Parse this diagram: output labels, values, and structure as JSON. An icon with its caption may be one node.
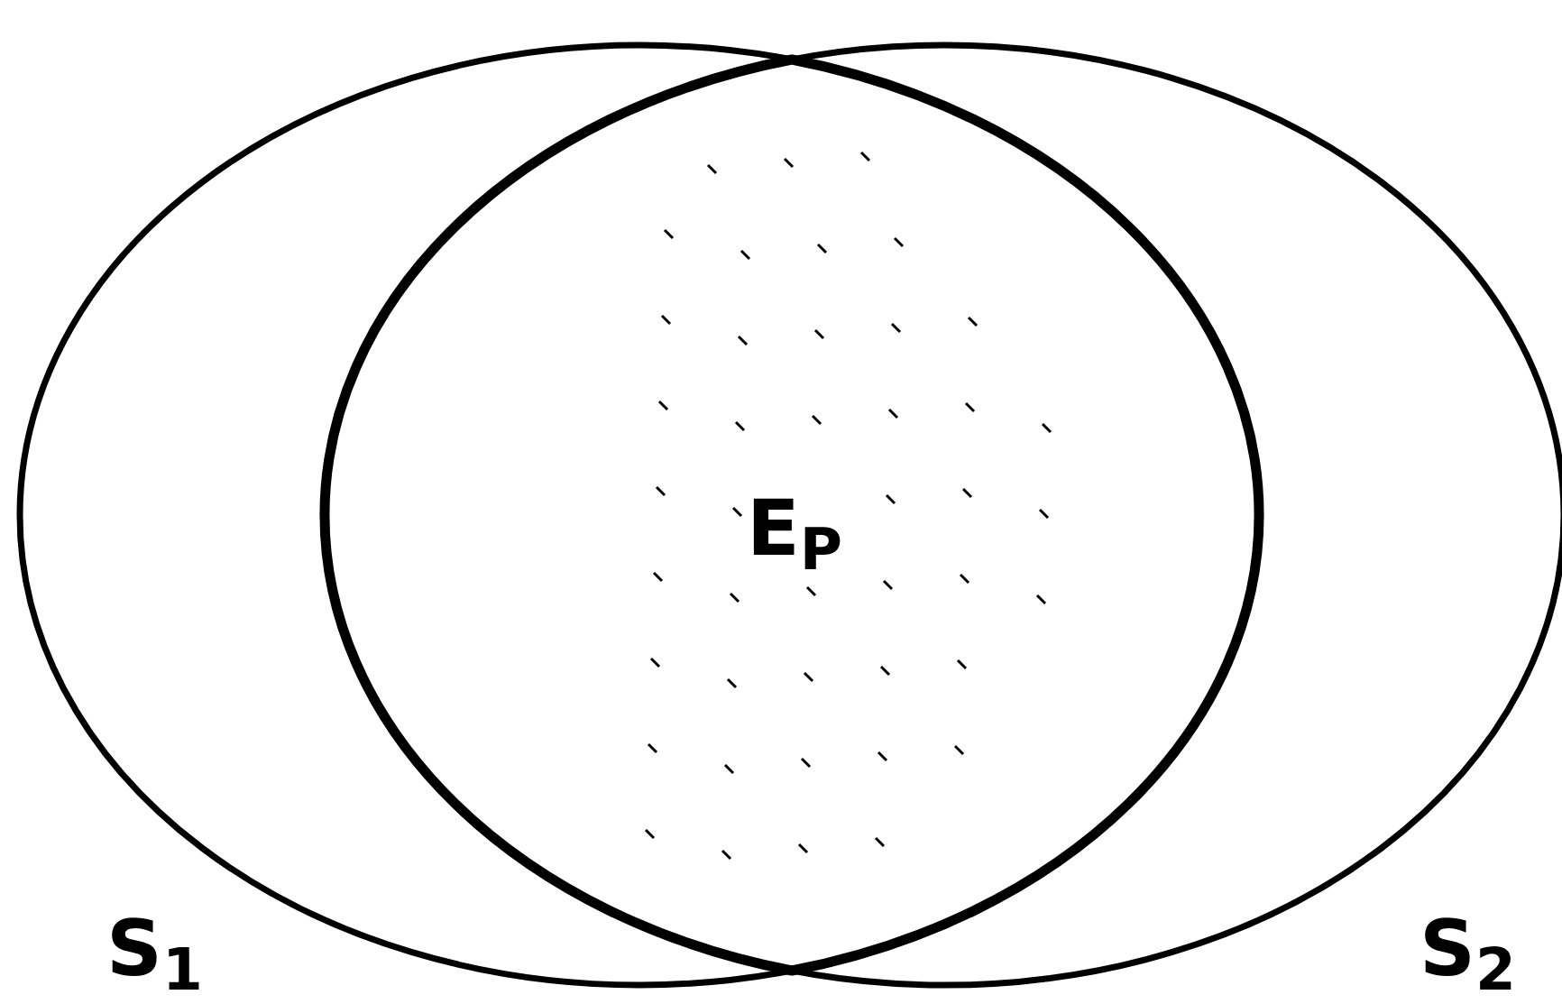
{
  "diagram": {
    "nodes": [
      {
        "text": [
          "S$_{1}$"
        ]
      },
      {
        "text": [
          "S$_{2}$"
        ]
      },
      {
        "text": [
          "E$_{P}$"
        ]
      }
    ]
  }
}
